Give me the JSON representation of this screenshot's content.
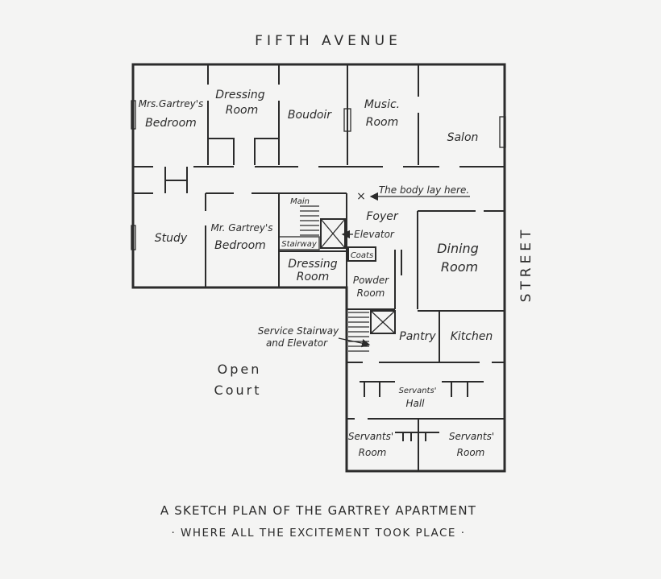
{
  "labels": {
    "fifth_avenue": "FIFTH   AVENUE",
    "street": "STREET",
    "open_court_1": "Open",
    "open_court_2": "Court",
    "caption_line1": "A SKETCH PLAN OF THE GARTREY APARTMENT",
    "caption_line2": "· WHERE ALL THE EXCITEMENT TOOK PLACE ·"
  },
  "rooms": {
    "mrs_bedroom_1": "Mrs.Gartrey's",
    "mrs_bedroom_2": "Bedroom",
    "dressing_1": "Dressing",
    "dressing_2": "Room",
    "boudoir": "Boudoir",
    "music_1": "Music.",
    "music_2": "Room",
    "salon": "Salon",
    "study": "Study",
    "mr_bedroom_1": "Mr. Gartrey's",
    "mr_bedroom_2": "Bedroom",
    "main": "Main",
    "stairway": "Stairway",
    "elevator": "Elevator",
    "foyer": "Foyer",
    "coats": "Coats",
    "dressing2_1": "Dressing",
    "dressing2_2": "Room",
    "powder_1": "Powder",
    "powder_2": "Room",
    "dining_1": "Dining",
    "dining_2": "Room",
    "service_1": "Service Stairway",
    "service_2": "and Elevator",
    "pantry": "Pantry",
    "kitchen": "Kitchen",
    "servants_hall_1": "Servants'",
    "servants_hall_2": "Hall",
    "servants_room_l_1": "Servants'",
    "servants_room_l_2": "Room",
    "servants_room_r_1": "Servants'",
    "servants_room_r_2": "Room"
  },
  "annotation": {
    "body_marker": "×",
    "body_text": "The body lay here."
  }
}
